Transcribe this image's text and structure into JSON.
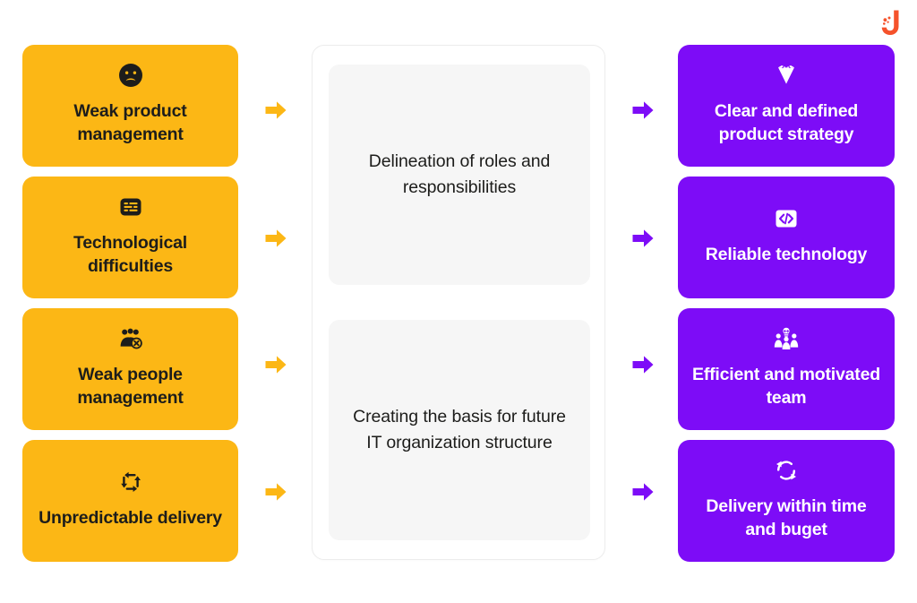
{
  "logo": {
    "name": "brand-logo-j",
    "letter": "J",
    "color": "#f5522b"
  },
  "colors": {
    "problem_bg": "#fcb715",
    "problem_text": "#1d1d1b",
    "solution_bg": "#7d0cf7",
    "solution_text": "#ffffff",
    "mid_card_bg": "#f6f6f6",
    "panel_border": "#ececec",
    "arrow_left": "#fcb715",
    "arrow_right": "#7d0cf7"
  },
  "problems": [
    {
      "icon": "sad-face-icon",
      "label": "Weak product management"
    },
    {
      "icon": "broken-server-icon",
      "label": "Technological difficulties"
    },
    {
      "icon": "people-error-icon",
      "label": "Weak people management"
    },
    {
      "icon": "shuffle-arrows-icon",
      "label": "Unpredictable delivery"
    }
  ],
  "middle": {
    "cards": [
      {
        "label": "Delineation of roles and responsibilities"
      },
      {
        "label": "Creating the basis for future IT organization structure"
      }
    ]
  },
  "solutions": [
    {
      "icon": "diamond-icon",
      "label": "Clear and defined product strategy"
    },
    {
      "icon": "code-icon",
      "label": "Reliable technology"
    },
    {
      "icon": "team-idea-icon",
      "label": "Efficient and motivated team"
    },
    {
      "icon": "refresh-icon",
      "label": "Delivery within time and buget"
    }
  ],
  "arrows": {
    "left": [
      {
        "name": "arrow-problem-1-to-middle"
      },
      {
        "name": "arrow-problem-2-to-middle"
      },
      {
        "name": "arrow-problem-3-to-middle"
      },
      {
        "name": "arrow-problem-4-to-middle"
      }
    ],
    "right": [
      {
        "name": "arrow-middle-to-solution-1"
      },
      {
        "name": "arrow-middle-to-solution-2"
      },
      {
        "name": "arrow-middle-to-solution-3"
      },
      {
        "name": "arrow-middle-to-solution-4"
      }
    ]
  }
}
